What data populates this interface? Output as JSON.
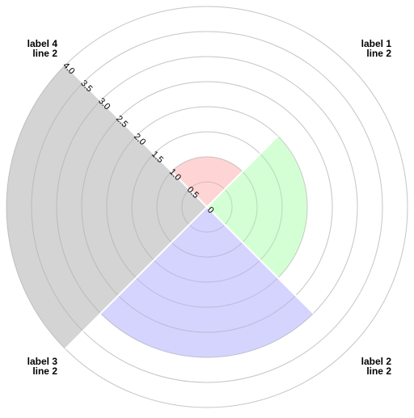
{
  "chart_data": {
    "type": "polar-area",
    "categories": [
      {
        "line1": "label 1",
        "line2": "line 2"
      },
      {
        "line1": "label 2",
        "line2": "line 2"
      },
      {
        "line1": "label 3",
        "line2": "line 2"
      },
      {
        "line1": "label 4",
        "line2": "line 2"
      }
    ],
    "values": [
      1,
      2,
      3,
      4
    ],
    "colors": [
      "#ffcccc",
      "#ccffcc",
      "#ccccff",
      "#cccccc"
    ],
    "radial_axis": {
      "min": 0,
      "max": 4,
      "ticks": [
        "0",
        "0.5",
        "1.0",
        "1.5",
        "2.0",
        "2.5",
        "3.0",
        "3.5",
        "4.0"
      ]
    },
    "grid": true,
    "grid_color": "#e0e0e0",
    "separator_color": "#ffffff"
  }
}
